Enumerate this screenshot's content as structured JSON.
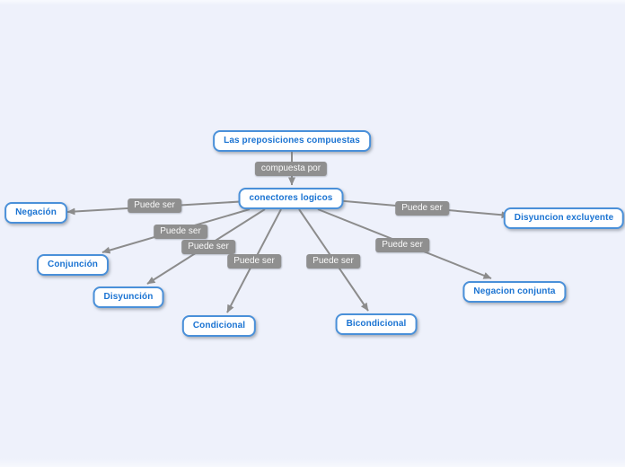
{
  "canvas": {
    "background": "#eef1fb",
    "type": "concept-map"
  },
  "colors": {
    "node_fill": "#ffffff",
    "node_border": "#4a90d9",
    "node_text": "#1a73d2",
    "edge_line": "#8c8c8c",
    "edge_label_bg": "#8f8f8f",
    "edge_label_text": "#fafafa"
  },
  "nodes": [
    {
      "id": "root",
      "label": "Las preposiciones compuestas"
    },
    {
      "id": "conectores",
      "label": "conectores logicos"
    },
    {
      "id": "negacion",
      "label": "Negación"
    },
    {
      "id": "conjuncion",
      "label": "Conjunción"
    },
    {
      "id": "disyuncion",
      "label": "Disyunción"
    },
    {
      "id": "condicional",
      "label": "Condicional"
    },
    {
      "id": "bicondicional",
      "label": "Bicondicional"
    },
    {
      "id": "negacion_conjunta",
      "label": "Negacion conjunta"
    },
    {
      "id": "disyuncion_excluyente",
      "label": "Disyuncion excluyente"
    }
  ],
  "edge_labels": [
    {
      "text": "compuesta por"
    },
    {
      "text": "Puede ser"
    },
    {
      "text": "Puede ser"
    },
    {
      "text": "Puede ser"
    },
    {
      "text": "Puede ser"
    },
    {
      "text": "Puede ser"
    },
    {
      "text": "Puede ser"
    },
    {
      "text": "Puede ser"
    }
  ]
}
